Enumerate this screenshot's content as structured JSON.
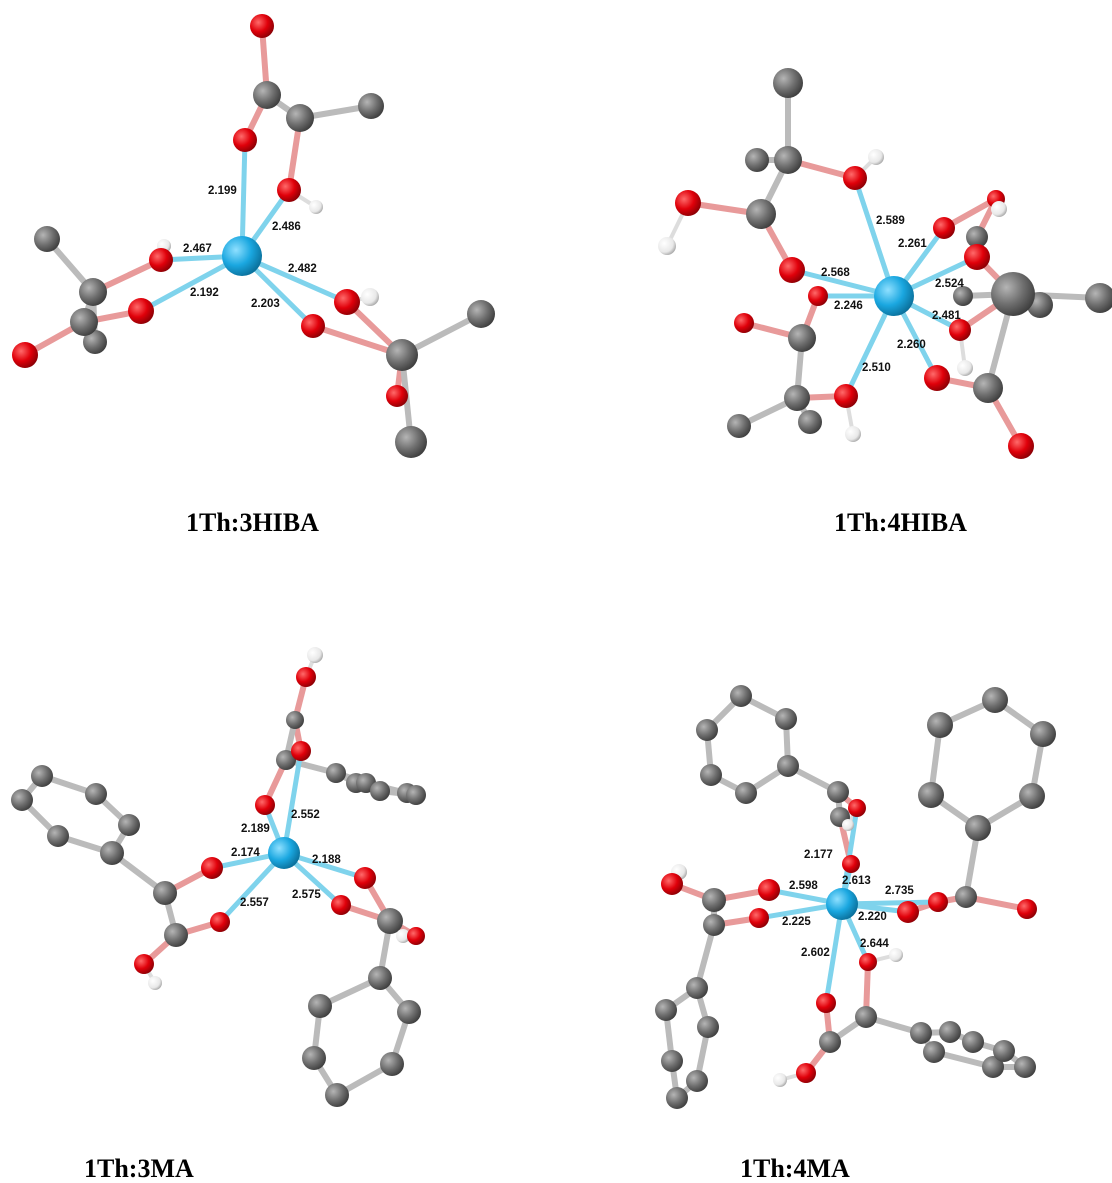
{
  "colors": {
    "thorium": "#1aa7e0",
    "oxygen": "#e0000a",
    "carbon": "#6f6f6f",
    "hydrogen": "#f2f2f2",
    "coordination_bond": "#7fd3ec"
  },
  "panels": [
    {
      "id": "th-3hiba",
      "caption": "1Th:3HIBA",
      "distances": [
        "2.199",
        "2.486",
        "2.467",
        "2.482",
        "2.192",
        "2.203"
      ]
    },
    {
      "id": "th-4hiba",
      "caption": "1Th:4HIBA",
      "distances": [
        "2.589",
        "2.261",
        "2.568",
        "2.524",
        "2.246",
        "2.481",
        "2.260",
        "2.510"
      ]
    },
    {
      "id": "th-3ma",
      "caption": "1Th:3MA",
      "distances": [
        "2.552",
        "2.189",
        "2.174",
        "2.188",
        "2.557",
        "2.575"
      ]
    },
    {
      "id": "th-4ma",
      "caption": "1Th:4MA",
      "distances": [
        "2.177",
        "2.613",
        "2.598",
        "2.735",
        "2.225",
        "2.220",
        "2.602",
        "2.644"
      ]
    }
  ]
}
